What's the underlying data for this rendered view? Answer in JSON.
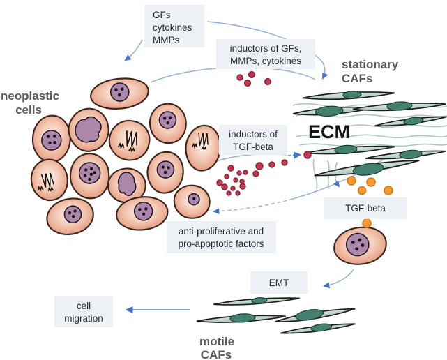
{
  "boxes": {
    "gfs": {
      "lines": [
        "GFs",
        "cytokines",
        "MMPs"
      ]
    },
    "inductors_gfs": {
      "lines": [
        "inductors of GFs,",
        "MMPs, cytokines"
      ]
    },
    "inductors_tgf": {
      "lines": [
        "inductors of",
        "TGF-beta"
      ]
    },
    "anti_apoptotic": {
      "lines": [
        "anti-proliferative and",
        "pro-apoptotic factors"
      ]
    },
    "tgf_beta": {
      "lines": [
        "TGF-beta"
      ]
    },
    "emt": {
      "lines": [
        "EMT"
      ]
    },
    "cell_migration": {
      "lines": [
        "cell",
        "migration"
      ]
    }
  },
  "labels": {
    "neoplastic": {
      "lines": [
        "neoplastic",
        "cells"
      ]
    },
    "stationary": {
      "lines": [
        "stationary",
        "CAFs"
      ]
    },
    "ecm": "ECM",
    "motile": {
      "lines": [
        "motile",
        "CAFs"
      ]
    }
  },
  "colors": {
    "box_bg": "#edf0f4",
    "box_text": "#262b33",
    "label_gray": "#57595c",
    "ecm_text": "#141414",
    "curve_blue": "#92aed6",
    "arrow_stroke": "#5b7dc8",
    "arrow_head": "#4472c4",
    "red_dot": "#c23a52",
    "red_dot_edge": "#8a2338",
    "orange_dot": "#f59a31",
    "orange_dot_edge": "#d67c12",
    "tumor_edge": "#39251b",
    "nucleus_fill": "#ad87a9",
    "nucleus_edge": "#201723",
    "caf_edge": "#1c1c1c",
    "caf_nucleus": "#44806f",
    "ecm_fiber": "#a9c7ba"
  }
}
